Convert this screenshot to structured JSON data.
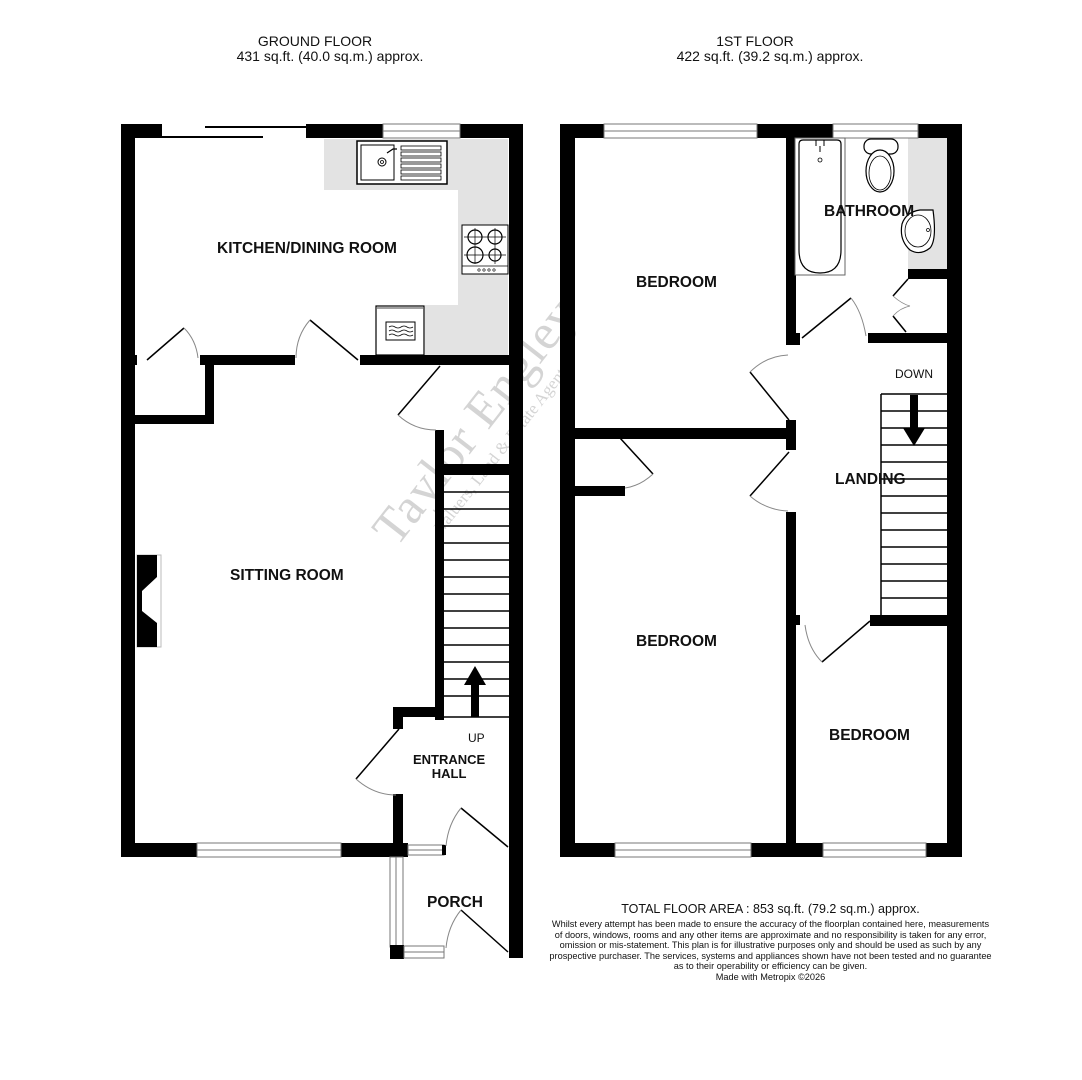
{
  "ground_floor": {
    "title": "GROUND FLOOR",
    "area": "431 sq.ft. (40.0 sq.m.) approx.",
    "rooms": {
      "kitchen": "KITCHEN/DINING ROOM",
      "sitting": "SITTING ROOM",
      "entrance_1": "ENTRANCE",
      "entrance_2": "HALL",
      "porch": "PORCH"
    },
    "stairs_label": "UP"
  },
  "first_floor": {
    "title": "1ST FLOOR",
    "area": "422 sq.ft. (39.2 sq.m.) approx.",
    "rooms": {
      "bedroom_1": "BEDROOM",
      "bathroom": "BATHROOM",
      "landing": "LANDING",
      "bedroom_2": "BEDROOM",
      "bedroom_3": "BEDROOM"
    },
    "stairs_label": "DOWN"
  },
  "footer": {
    "total_area": "TOTAL FLOOR AREA : 853 sq.ft. (79.2 sq.m.) approx.",
    "disclaimer": "Whilst every attempt has been made to ensure the accuracy of the floorplan contained here, measurements of doors, windows, rooms and any other items are approximate and no responsibility is taken for any error, omission or mis-statement. This plan is for illustrative purposes only and should be used as such by any prospective purchaser. The services, systems and appliances shown have not been tested and no guarantee as to their operability or efficiency can be given.",
    "made_with": "Made with Metropix ©2026"
  },
  "watermark": {
    "brand": "Taylor Engley",
    "tagline": "Valuers, Land & Estate Agents"
  },
  "colors": {
    "wall": "#000000",
    "worktop": "#e3e3e3",
    "watermark": "#d4d4d4"
  }
}
